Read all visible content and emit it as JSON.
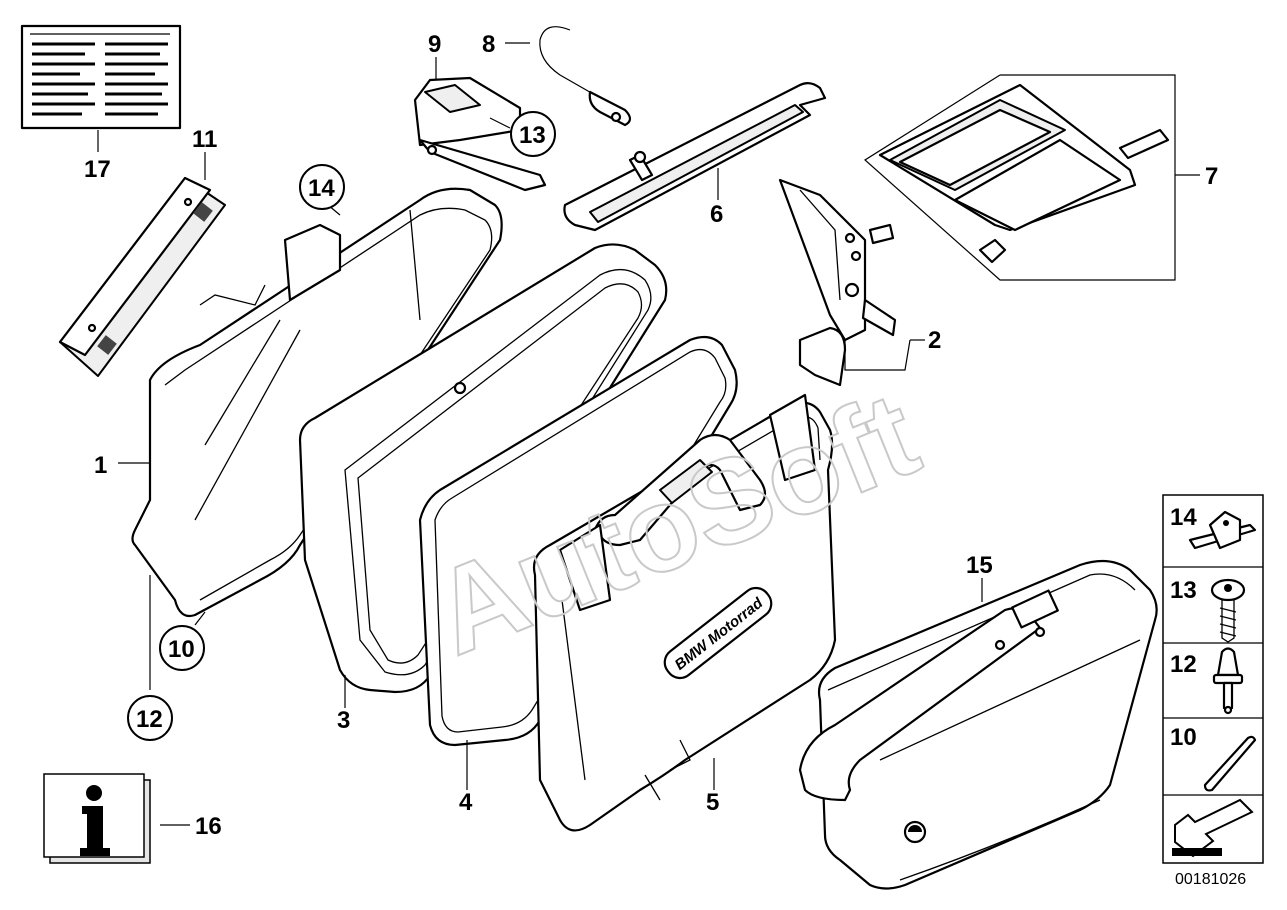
{
  "callouts": {
    "c1": "1",
    "c2": "2",
    "c3": "3",
    "c4": "4",
    "c5": "5",
    "c6": "6",
    "c7": "7",
    "c8": "8",
    "c9": "9",
    "c10": "10",
    "c11": "11",
    "c12": "12",
    "c13": "13",
    "c14": "14",
    "c15": "15",
    "c16": "16",
    "c17": "17"
  },
  "legend": {
    "row14": "14",
    "row13": "13",
    "row12": "12",
    "row10": "10"
  },
  "case_text": "BMW Motorrad",
  "watermark": "AutoSoft",
  "diagram_ref": "00181026"
}
